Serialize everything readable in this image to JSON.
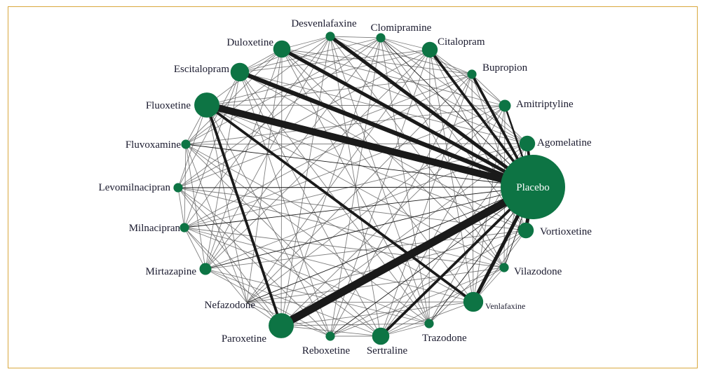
{
  "figure": {
    "type": "network-meta-analysis-graph",
    "node_color": "#0d7444",
    "edge_color": "#1a1a1a",
    "frame_color": "#d9a83e",
    "nodes": [
      {
        "id": "desvenlafaxine",
        "label": "Desvenlafaxine",
        "size": 1
      },
      {
        "id": "clomipramine",
        "label": "Clomipramine",
        "size": 1
      },
      {
        "id": "citalopram",
        "label": "Citalopram",
        "size": 4
      },
      {
        "id": "bupropion",
        "label": "Bupropion",
        "size": 1
      },
      {
        "id": "amitriptyline",
        "label": "Amitriptyline",
        "size": 2
      },
      {
        "id": "agomelatine",
        "label": "Agomelatine",
        "size": 4
      },
      {
        "id": "placebo",
        "label": "Placebo",
        "size": 30
      },
      {
        "id": "vortioxetine",
        "label": "Vortioxetine",
        "size": 4
      },
      {
        "id": "vilazodone",
        "label": "Vilazodone",
        "size": 1
      },
      {
        "id": "venlafaxine",
        "label": "Venlafaxine",
        "size": 7
      },
      {
        "id": "trazodone",
        "label": "Trazodone",
        "size": 1
      },
      {
        "id": "sertraline",
        "label": "Sertraline",
        "size": 5
      },
      {
        "id": "reboxetine",
        "label": "Reboxetine",
        "size": 1
      },
      {
        "id": "paroxetine",
        "label": "Paroxetine",
        "size": 12
      },
      {
        "id": "nefazodone",
        "label": "Nefazodone",
        "size": 0
      },
      {
        "id": "mirtazapine",
        "label": "Mirtazapine",
        "size": 2
      },
      {
        "id": "milnacipran",
        "label": "Milnacipran",
        "size": 1
      },
      {
        "id": "levomilnacipran",
        "label": "Levomilnacipran",
        "size": 1
      },
      {
        "id": "fluvoxamine",
        "label": "Fluvoxamine",
        "size": 1
      },
      {
        "id": "fluoxetine",
        "label": "Fluoxetine",
        "size": 12
      },
      {
        "id": "escitalopram",
        "label": "Escitalopram",
        "size": 6
      },
      {
        "id": "duloxetine",
        "label": "Duloxetine",
        "size": 5
      }
    ],
    "edges": [
      {
        "source": "fluoxetine",
        "target": "placebo",
        "weight": 8
      },
      {
        "source": "paroxetine",
        "target": "placebo",
        "weight": 9
      },
      {
        "source": "escitalopram",
        "target": "placebo",
        "weight": 5
      },
      {
        "source": "duloxetine",
        "target": "placebo",
        "weight": 4
      },
      {
        "source": "desvenlafaxine",
        "target": "placebo",
        "weight": 4
      },
      {
        "source": "citalopram",
        "target": "placebo",
        "weight": 3
      },
      {
        "source": "bupropion",
        "target": "placebo",
        "weight": 3
      },
      {
        "source": "amitriptyline",
        "target": "placebo",
        "weight": 2
      },
      {
        "source": "agomelatine",
        "target": "placebo",
        "weight": 3
      },
      {
        "source": "vortioxetine",
        "target": "placebo",
        "weight": 4
      },
      {
        "source": "venlafaxine",
        "target": "placebo",
        "weight": 4
      },
      {
        "source": "sertraline",
        "target": "placebo",
        "weight": 3
      },
      {
        "source": "fluoxetine",
        "target": "paroxetine",
        "weight": 3
      },
      {
        "source": "fluoxetine",
        "target": "venlafaxine",
        "weight": 3
      },
      {
        "source": "vilazodone",
        "target": "placebo",
        "weight": 1
      },
      {
        "source": "trazodone",
        "target": "placebo",
        "weight": 1
      },
      {
        "source": "mirtazapine",
        "target": "placebo",
        "weight": 1
      },
      {
        "source": "reboxetine",
        "target": "placebo",
        "weight": 1
      },
      {
        "source": "levomilnacipran",
        "target": "placebo",
        "weight": 1
      },
      {
        "source": "milnacipran",
        "target": "placebo",
        "weight": 1
      },
      {
        "source": "clomipramine",
        "target": "placebo",
        "weight": 1
      },
      {
        "source": "fluvoxamine",
        "target": "placebo",
        "weight": 1
      },
      {
        "source": "nefazodone",
        "target": "placebo",
        "weight": 1
      }
    ]
  }
}
